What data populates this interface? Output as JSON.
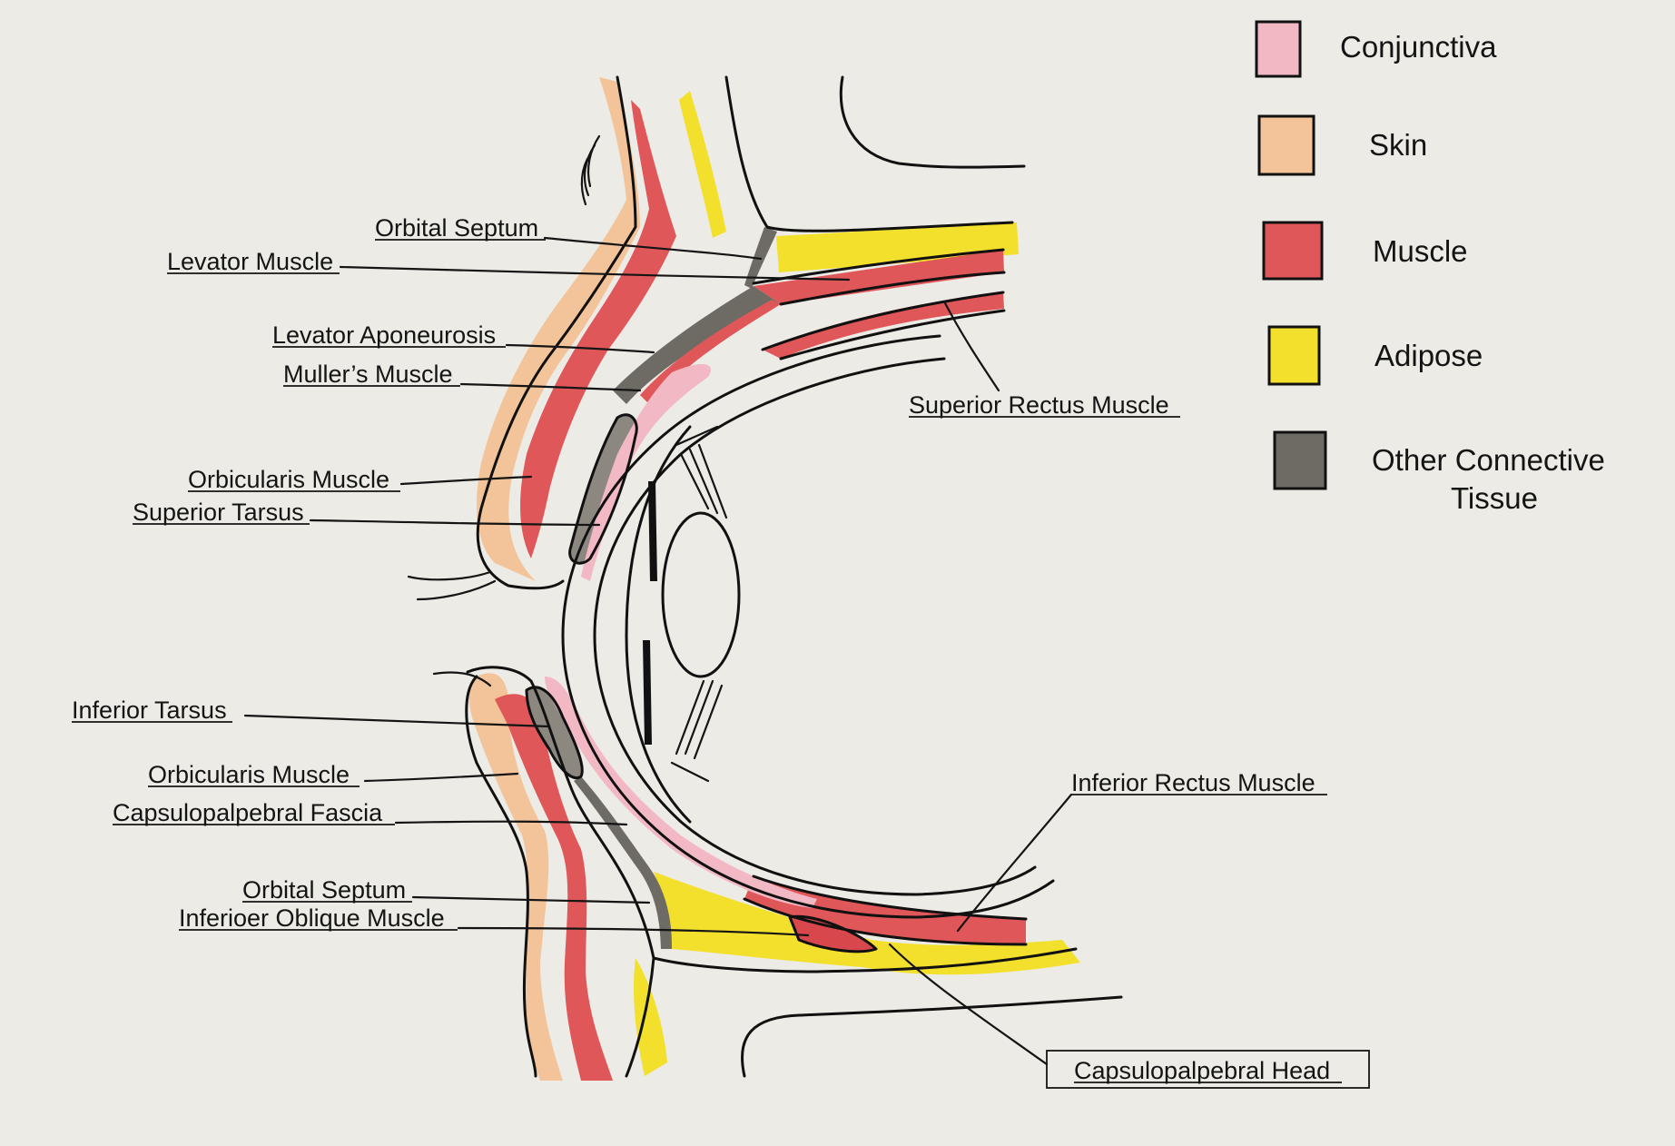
{
  "labels": {
    "orbital_septum_upper": "Orbital Septum",
    "levator_muscle": "Levator Muscle",
    "levator_aponeurosis": "Levator Aponeurosis",
    "mullers_muscle": "Muller’s Muscle",
    "orbicularis_upper": "Orbicularis Muscle",
    "superior_tarsus": "Superior Tarsus",
    "superior_rectus": "Superior Rectus Muscle",
    "inferior_tarsus": "Inferior Tarsus",
    "orbicularis_lower": "Orbicularis Muscle",
    "capsulopalpebral_fascia": "Capsulopalpebral Fascia",
    "orbital_septum_lower": "Orbital Septum",
    "inferior_oblique": "Inferioer Oblique Muscle",
    "inferior_rectus": "Inferior Rectus Muscle",
    "capsulopalpebral_head": "Capsulopalpebral Head"
  },
  "legend": [
    {
      "label": "Conjunctiva",
      "color": "#f2b8c4"
    },
    {
      "label": "Skin",
      "color": "#f3c49a"
    },
    {
      "label": "Muscle",
      "color": "#e0575a"
    },
    {
      "label": "Adipose",
      "color": "#f2e02c"
    },
    {
      "label_line1": "Other Connective",
      "label_line2": "Tissue",
      "color": "#6e6a64"
    }
  ]
}
